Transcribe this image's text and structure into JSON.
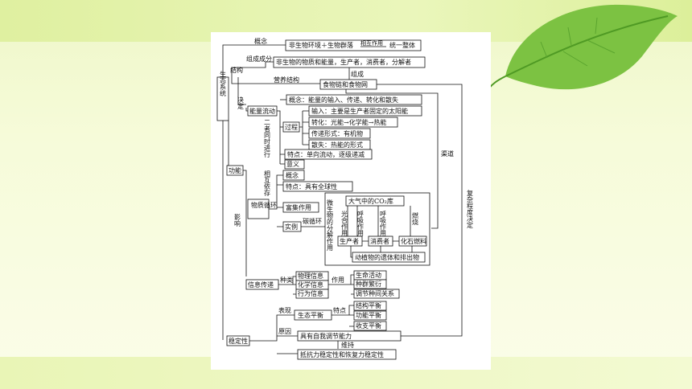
{
  "concept_map": {
    "root": "生态系统",
    "labels": {
      "concept": "概念",
      "composition": "组成成分",
      "structure": "结构",
      "nutritional_structure": "营养结构",
      "determine": "决定",
      "function": "功能",
      "influence": "影响",
      "stability": "稳定性",
      "compose": "组成",
      "simultaneous": "二者同时进行",
      "interdependent": "相互依存",
      "channel": "渠道",
      "complexity_determines": "复杂程度决定",
      "types": "种类",
      "role": "作用",
      "performance": "表现",
      "features": "特点",
      "reason": "原因",
      "maintain": "维持",
      "carbon_cycle": "碳循环",
      "decomposer_action": "微生物的分解作用",
      "photosynthesis": "光合作用",
      "respiration1": "呼吸作用",
      "respiration2": "呼吸作用",
      "combustion": "燃烧"
    },
    "boxes": {
      "def": "非生物环境＋生物群落",
      "def_interact": "相互作用",
      "def_whole": "统一整体",
      "components": "非生物的物质和能量，生产者，消费者，分解者",
      "food_web": "食物链和食物网",
      "energy_flow": "能量流动",
      "energy_concept": "概念：能量的输入、传递、转化和散失",
      "process": "过程",
      "input": "输入：主要是生产者固定的太阳能",
      "transform": "转化：光能→化学能→热能",
      "transfer": "传递形式：有机物",
      "loss": "散失：热能的形式",
      "energy_feature": "特点：单向流动，逐级递减",
      "significance": "意义",
      "material_cycle": "物质循环",
      "cycle_concept": "概念",
      "cycle_feature": "特点：具有全球性",
      "bioaccumulation": "富集作用",
      "example": "实例",
      "co2_pool": "大气中的CO₂库",
      "producer": "生产者",
      "consumer": "消费者",
      "fossil_fuel": "化石燃料",
      "remains": "动植物的遗体和排出物",
      "info": "信息传递",
      "physical_info": "物理信息",
      "chemical_info": "化学信息",
      "behavior_info": "行为信息",
      "life_activity": "生命活动",
      "reproduction": "种群繁衍",
      "interspecies": "调节种间关系",
      "balance": "生态平衡",
      "structure_balance": "结构平衡",
      "function_balance": "功能平衡",
      "budget_balance": "收支平衡",
      "self_regulation": "具有自我调节能力",
      "resistance": "抵抗力稳定性和恢复力稳定性"
    }
  }
}
